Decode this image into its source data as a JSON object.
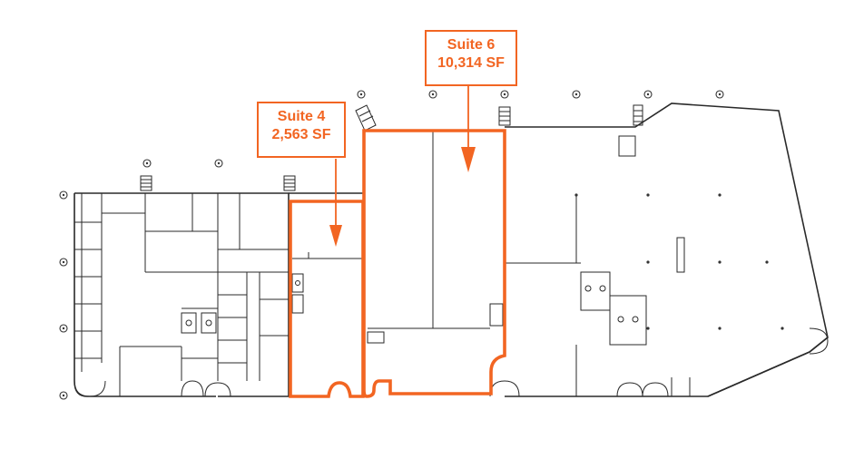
{
  "accent_color": "#f26522",
  "wall_color": "#2a2a2a",
  "suites": [
    {
      "label": "Suite 4",
      "area": "2,563 SF"
    },
    {
      "label": "Suite 6",
      "area": "10,314 SF"
    }
  ]
}
